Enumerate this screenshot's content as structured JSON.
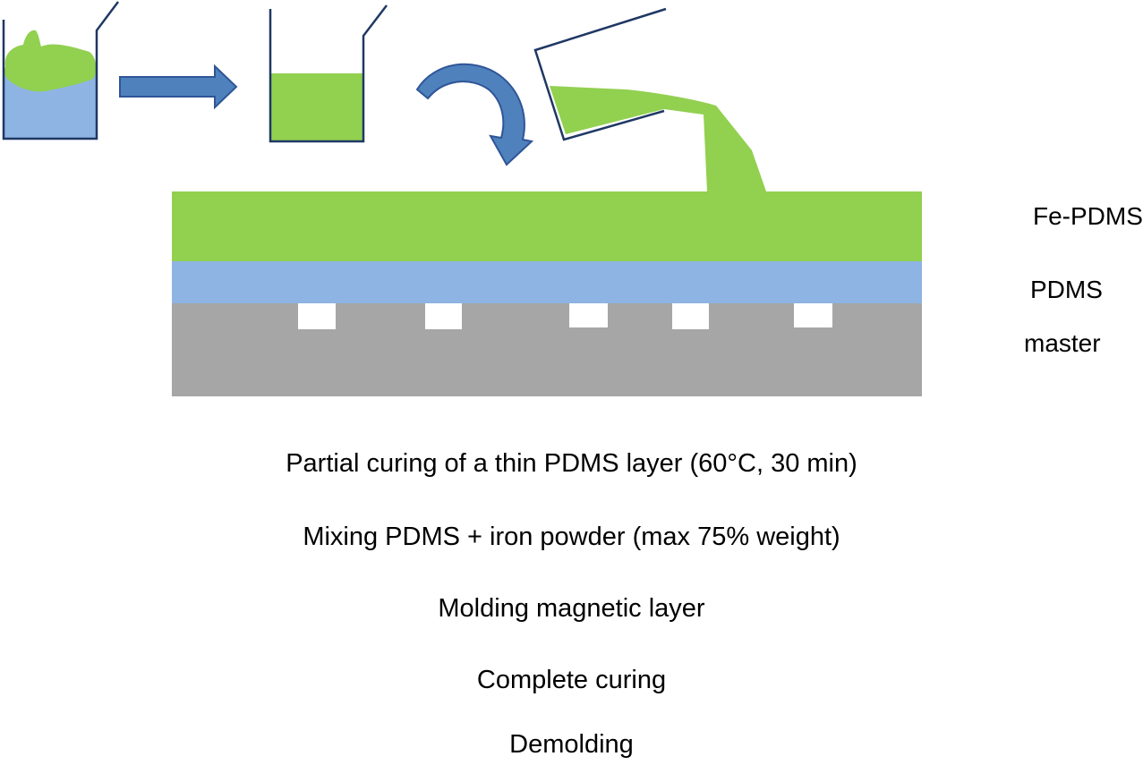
{
  "colors": {
    "fe_pdms": "#92d050",
    "pdms": "#8db4e2",
    "master": "#a6a6a6",
    "arrow_fill": "#4f81bd",
    "arrow_stroke": "#2f5597",
    "beaker_line": "#1f3864"
  },
  "icons": {
    "arrow_right": "block-arrow-right-icon",
    "arrow_curved": "curved-arrow-down-icon"
  },
  "labels": {
    "fe_pdms": "Fe-PDMS",
    "pdms": "PDMS",
    "master": "master"
  },
  "steps": [
    "Partial curing of a thin PDMS layer (60°C, 30 min)",
    "Mixing PDMS + iron powder (max 75% weight)",
    "Molding magnetic layer",
    "Complete curing",
    "Demolding"
  ]
}
